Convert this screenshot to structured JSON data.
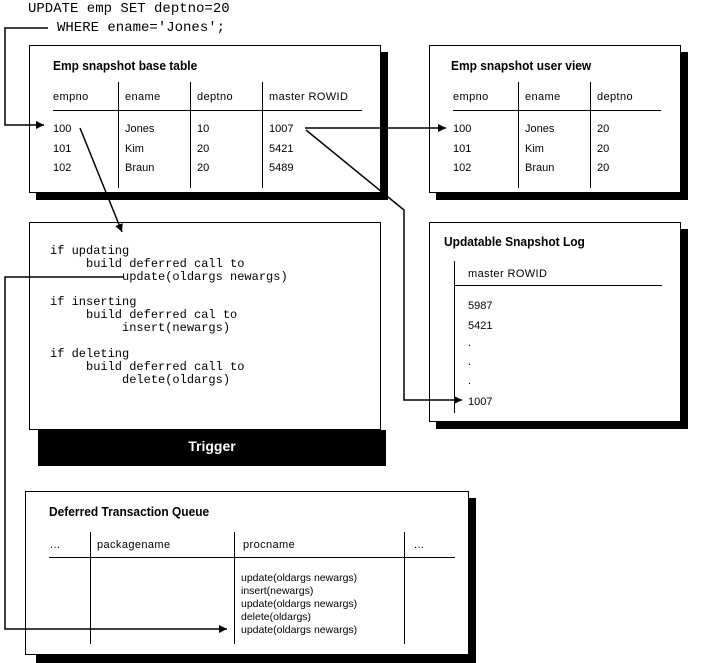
{
  "sql": {
    "line1": "UPDATE emp SET deptno=20",
    "line2": "WHERE ename='Jones';"
  },
  "base_table": {
    "title": "Emp snapshot  base table",
    "headers": [
      "empno",
      "ename",
      "deptno",
      "master ROWID"
    ],
    "rows": [
      [
        "100",
        "Jones",
        "10",
        "1007"
      ],
      [
        "101",
        "Kim",
        "20",
        "5421"
      ],
      [
        "102",
        "Braun",
        "20",
        "5489"
      ]
    ]
  },
  "user_view": {
    "title": "Emp snapshot user view",
    "headers": [
      "empno",
      "ename",
      "deptno"
    ],
    "rows": [
      [
        "100",
        "Jones",
        "20"
      ],
      [
        "101",
        "Kim",
        "20"
      ],
      [
        "102",
        "Braun",
        "20"
      ]
    ]
  },
  "snapshot_log": {
    "title": "Updatable Snapshot Log",
    "header": "master ROWID",
    "values": [
      "5987",
      "5421",
      ".",
      ".",
      ".",
      "1007"
    ]
  },
  "trigger": {
    "code": [
      "if updating",
      "     build deferred call to",
      "          update(oldargs newargs)",
      "",
      "if inserting",
      "     build deferred cal to",
      "          insert(newargs)",
      "",
      "if deleting",
      "     build deferred call to",
      "          delete(oldargs)"
    ],
    "label": "Trigger"
  },
  "queue": {
    "title": "Deferred Transaction  Queue",
    "headers": [
      "...",
      "packagename",
      "procname",
      "..."
    ],
    "procnames": [
      "update(oldargs newargs)",
      "insert(newargs)",
      "update(oldargs newargs)",
      "delete(oldargs)",
      "update(oldargs newargs)"
    ]
  }
}
